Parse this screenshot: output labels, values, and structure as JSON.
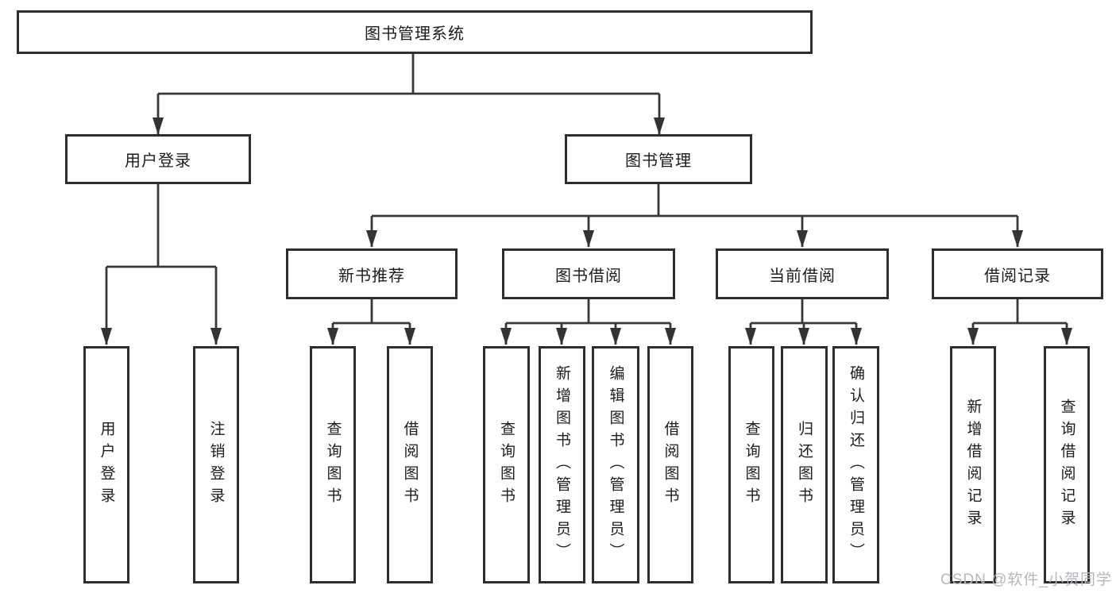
{
  "diagram": {
    "type": "hierarchy-tree",
    "colors": {
      "line": "#383838",
      "box_border": "#2e2e2e",
      "box_fill": "#ffffff",
      "text": "#1c1c1c",
      "watermark": "#b4b8bc",
      "background": "#ffffff"
    },
    "watermark": "CSDN @软件_小贺同学",
    "nodes": {
      "root": {
        "label": "图书管理系统"
      },
      "user_login": {
        "label": "用户登录"
      },
      "book_management": {
        "label": "图书管理"
      },
      "new_book_recommend": {
        "label": "新书推荐"
      },
      "book_borrowing": {
        "label": "图书借阅"
      },
      "current_borrowing": {
        "label": "当前借阅"
      },
      "borrowing_records": {
        "label": "借阅记录"
      },
      "leaf_user_login": {
        "label": "用户登录"
      },
      "leaf_logout": {
        "label": "注销登录"
      },
      "leaf_query_books_1": {
        "label": "查询图书"
      },
      "leaf_borrow_books_1": {
        "label": "借阅图书"
      },
      "leaf_query_books_2": {
        "label": "查询图书"
      },
      "leaf_add_books_admin": {
        "label": "新增图书（管理员）"
      },
      "leaf_edit_books_admin": {
        "label": "编辑图书（管理员）"
      },
      "leaf_borrow_books_2": {
        "label": "借阅图书"
      },
      "leaf_query_books_3": {
        "label": "查询图书"
      },
      "leaf_return_books": {
        "label": "归还图书"
      },
      "leaf_confirm_return_admin": {
        "label": "确认归还（管理员）"
      },
      "leaf_add_borrow_record": {
        "label": "新增借阅记录"
      },
      "leaf_query_borrow_record": {
        "label": "查询借阅记录"
      }
    },
    "edges": [
      "root->user_login",
      "root->book_management",
      "user_login->leaf_user_login",
      "user_login->leaf_logout",
      "book_management->new_book_recommend",
      "book_management->book_borrowing",
      "book_management->current_borrowing",
      "book_management->borrowing_records",
      "new_book_recommend->leaf_query_books_1",
      "new_book_recommend->leaf_borrow_books_1",
      "book_borrowing->leaf_query_books_2",
      "book_borrowing->leaf_add_books_admin",
      "book_borrowing->leaf_edit_books_admin",
      "book_borrowing->leaf_borrow_books_2",
      "current_borrowing->leaf_query_books_3",
      "current_borrowing->leaf_return_books",
      "current_borrowing->leaf_confirm_return_admin",
      "borrowing_records->leaf_add_borrow_record",
      "borrowing_records->leaf_query_borrow_record"
    ]
  }
}
